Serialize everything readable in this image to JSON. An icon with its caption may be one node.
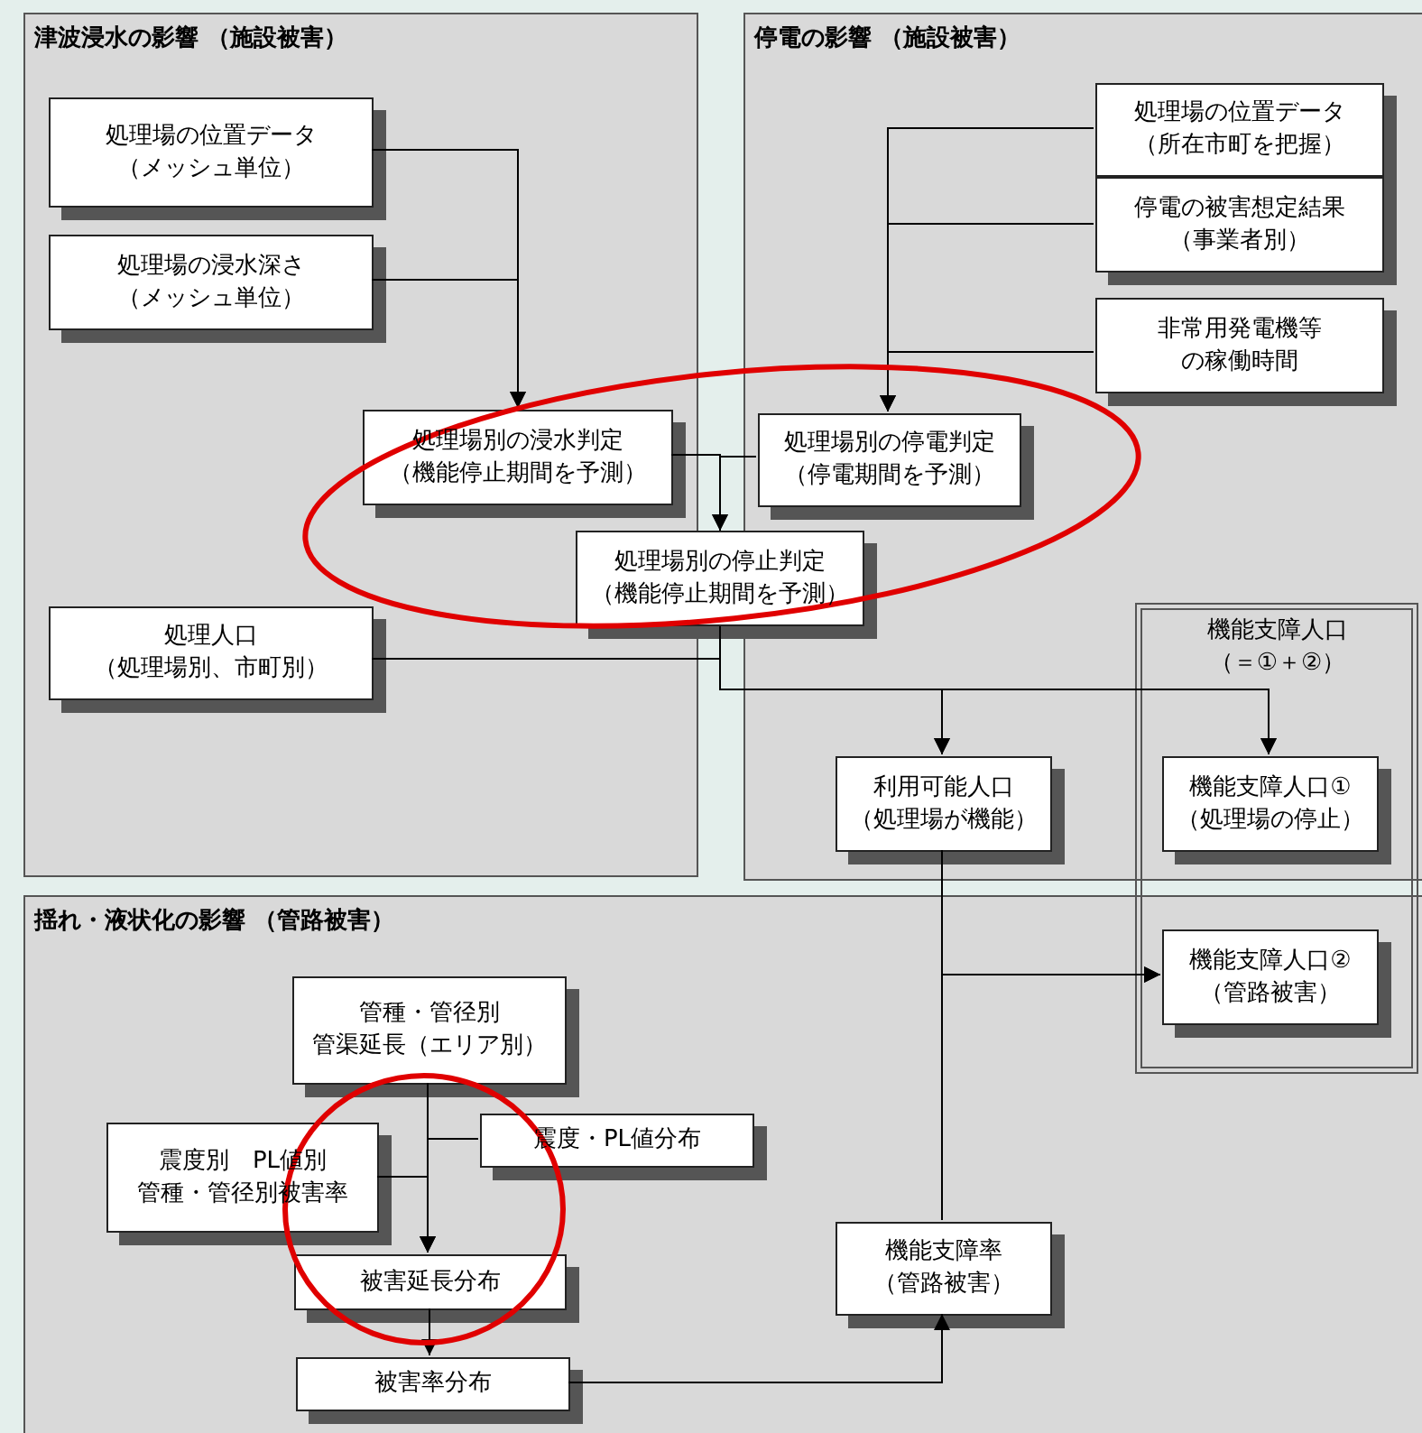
{
  "diagram": {
    "nodes": [
      {
        "text": [
          "津波浸水の影響 （施設被害）"
        ]
      },
      {
        "text": [
          "処理場の位置データ",
          "（メッシュ単位）"
        ],
        "in": 0
      },
      {
        "text": [
          "処理場の浸水深さ",
          "（メッシュ単位）"
        ],
        "in": 0
      },
      {
        "text": [
          "処理場別の浸水判定",
          "（機能停止期間を予測）"
        ],
        "in": 0
      },
      {
        "text": [
          "停電の影響 （施設被害）"
        ]
      },
      {
        "text": [
          "処理場の位置データ",
          "（所在市町を把握）"
        ],
        "in": 4
      },
      {
        "text": [
          "停電の被害想定結果",
          "（事業者別）"
        ],
        "in": 4
      },
      {
        "text": [
          "非常用発電機等",
          "の稼働時間"
        ],
        "in": 4
      },
      {
        "text": [
          "処理場別の停電判定",
          "（停電期間を予測）"
        ],
        "in": 4
      },
      {
        "text": [
          "処理場別の停止判定",
          "（機能停止期間を予測）"
        ]
      },
      {
        "text": [
          "処理人口",
          "（処理場別、市町別）"
        ],
        "in": 0
      },
      {
        "text": [
          "機能支障人口",
          "（＝①＋②）"
        ],
        "in": 4
      },
      {
        "text": [
          "利用可能人口",
          "（処理場が機能）"
        ],
        "in": 4
      },
      {
        "text": [
          "機能支障人口①",
          "（処理場の停止）"
        ],
        "in": 4
      },
      {
        "text": [
          "揺れ・液状化の影響 （管路被害）"
        ]
      },
      {
        "text": [
          "管種・管径別",
          "管渠延長（エリア別）"
        ],
        "in": 14
      },
      {
        "text": [
          "震度別　PL値別",
          "管種・管径別被害率"
        ],
        "in": 14
      },
      {
        "text": [
          "震度・PL値分布"
        ],
        "in": 14
      },
      {
        "text": [
          "被害延長分布"
        ],
        "in": 14
      },
      {
        "text": [
          "被害率分布"
        ],
        "in": 14
      },
      {
        "text": [
          "機能支障率",
          "（管路被害）"
        ],
        "in": 14
      },
      {
        "text": [
          "機能支障人口②",
          "（管路被害）"
        ],
        "in": 14
      }
    ],
    "edges": [
      {
        "from": 1,
        "to": 3,
        "arrow": "to"
      },
      {
        "from": 2,
        "to": 3,
        "arrow": "to"
      },
      {
        "from": 5,
        "to": 8,
        "arrow": "to"
      },
      {
        "from": 6,
        "to": 8,
        "arrow": "to"
      },
      {
        "from": 7,
        "to": 8,
        "arrow": "to"
      },
      {
        "from": 3,
        "to": 9,
        "arrow": "to"
      },
      {
        "from": 8,
        "to": 9,
        "arrow": "to"
      },
      {
        "from": 9,
        "to": 12,
        "arrow": "to"
      },
      {
        "from": 9,
        "to": 13,
        "arrow": "to"
      },
      {
        "from": 10,
        "to": 12,
        "arrow": "to"
      },
      {
        "from": 10,
        "to": 13,
        "arrow": "to"
      },
      {
        "from": 12,
        "to": 21,
        "arrow": "to"
      },
      {
        "from": 20,
        "to": 21,
        "arrow": "to"
      },
      {
        "from": 15,
        "to": 18,
        "arrow": "to"
      },
      {
        "from": 16,
        "to": 18,
        "arrow": "to"
      },
      {
        "from": 17,
        "to": 18,
        "arrow": "to"
      },
      {
        "from": 18,
        "to": 19,
        "arrow": "to"
      },
      {
        "from": 19,
        "to": 20,
        "arrow": "to"
      }
    ]
  }
}
